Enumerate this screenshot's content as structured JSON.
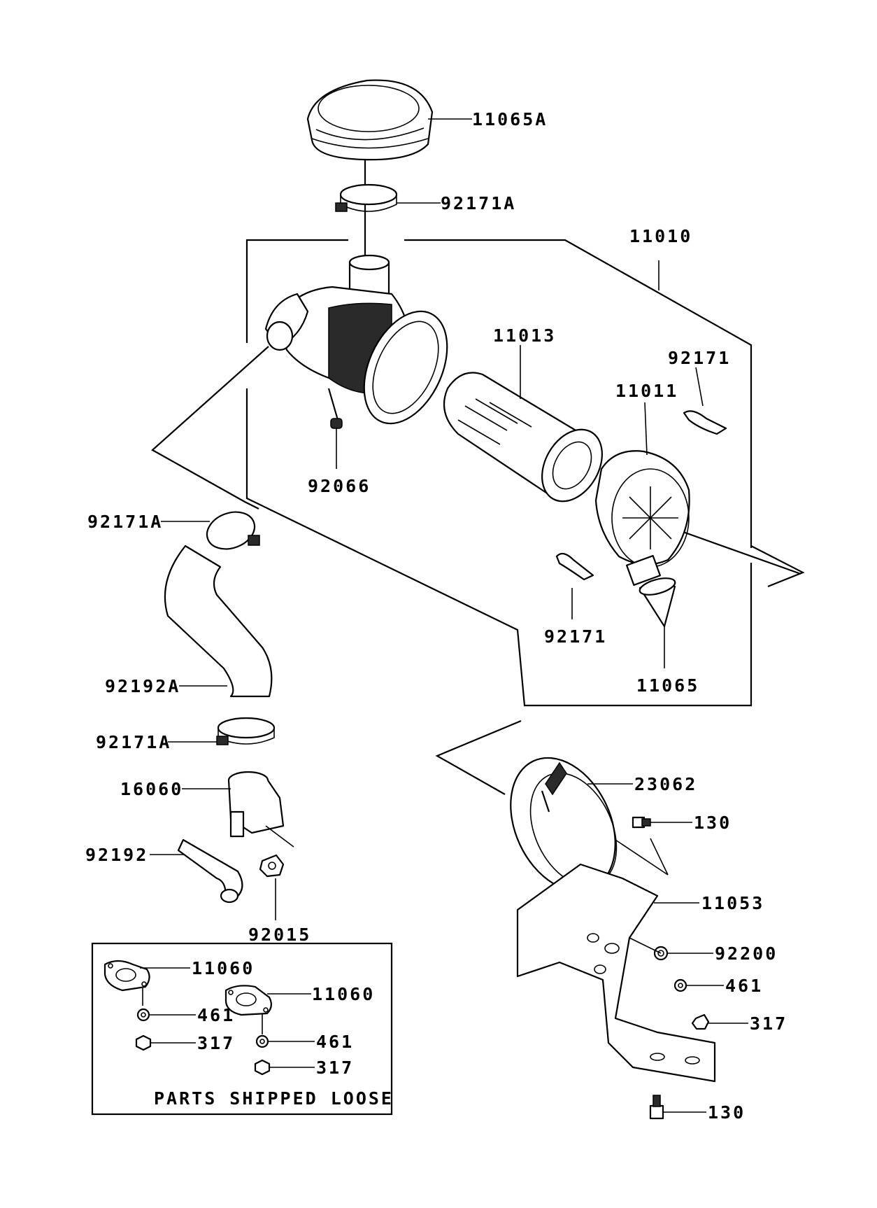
{
  "labels": {
    "p11065A": "11065A",
    "p92171A_top": "92171A",
    "p11010": "11010",
    "p11013": "11013",
    "p92171_a": "92171",
    "p11011": "11011",
    "p92066": "92066",
    "p92171A_left": "92171A",
    "p92171_b": "92171",
    "p11065": "11065",
    "p92192A": "92192A",
    "p92171A_lower": "92171A",
    "p16060": "16060",
    "p92192": "92192",
    "p92015": "92015",
    "p23062": "23062",
    "p130_top": "130",
    "p11053": "11053",
    "p92200": "92200",
    "p461_right": "461",
    "p317_right": "317",
    "p130_bottom": "130"
  },
  "loose_box": {
    "p11060_a": "11060",
    "p11060_b": "11060",
    "p461_a": "461",
    "p317_a": "317",
    "p461_b": "461",
    "p317_b": "317",
    "note": "PARTS SHIPPED LOOSE"
  }
}
